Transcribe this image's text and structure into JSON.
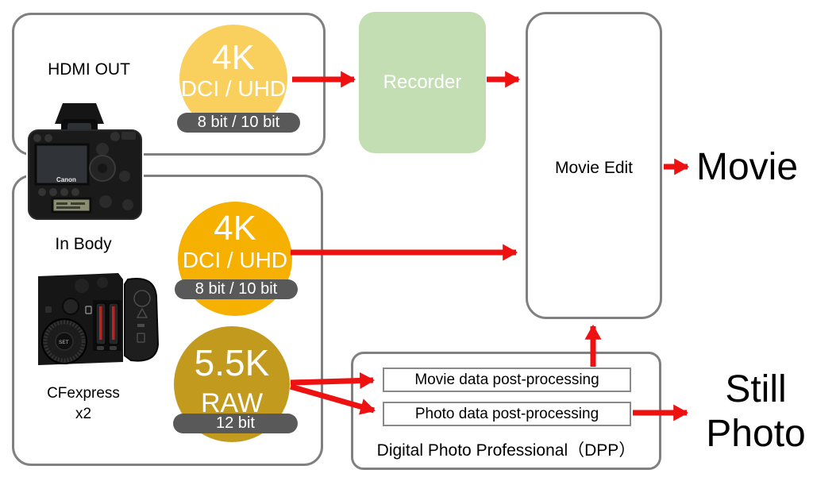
{
  "colors": {
    "accent_red": "#ee1111",
    "box_border": "#808080",
    "circle_light_amber": "#f9d05e",
    "circle_amber": "#f5b000",
    "circle_gold": "#c19a1e",
    "pill_gray": "#595959",
    "recorder_green": "#c3deb3"
  },
  "hdmi_box": {
    "label": "HDMI OUT"
  },
  "body_box": {
    "label": "In Body",
    "card_label_line1": "CFexpress",
    "card_label_line2": "x2"
  },
  "camera": {
    "logo": "Canon"
  },
  "badges": {
    "hdmi_4k": {
      "title": "4K",
      "subtitle": "DCI / UHD",
      "pill": "8 bit / 10 bit"
    },
    "body_4k": {
      "title": "4K",
      "subtitle": "DCI / UHD",
      "pill": "8 bit / 10 bit"
    },
    "body_raw": {
      "title": "5.5K",
      "subtitle": "RAW",
      "pill": "12 bit"
    }
  },
  "recorder": {
    "label": "Recorder"
  },
  "movie_edit": {
    "label": "Movie Edit"
  },
  "dpp": {
    "label": "Digital Photo Professional（DPP）",
    "items": [
      {
        "label": "Movie data post-processing"
      },
      {
        "label": "Photo data post-processing"
      }
    ]
  },
  "outputs": {
    "movie": "Movie",
    "still_line1": "Still",
    "still_line2": "Photo"
  }
}
